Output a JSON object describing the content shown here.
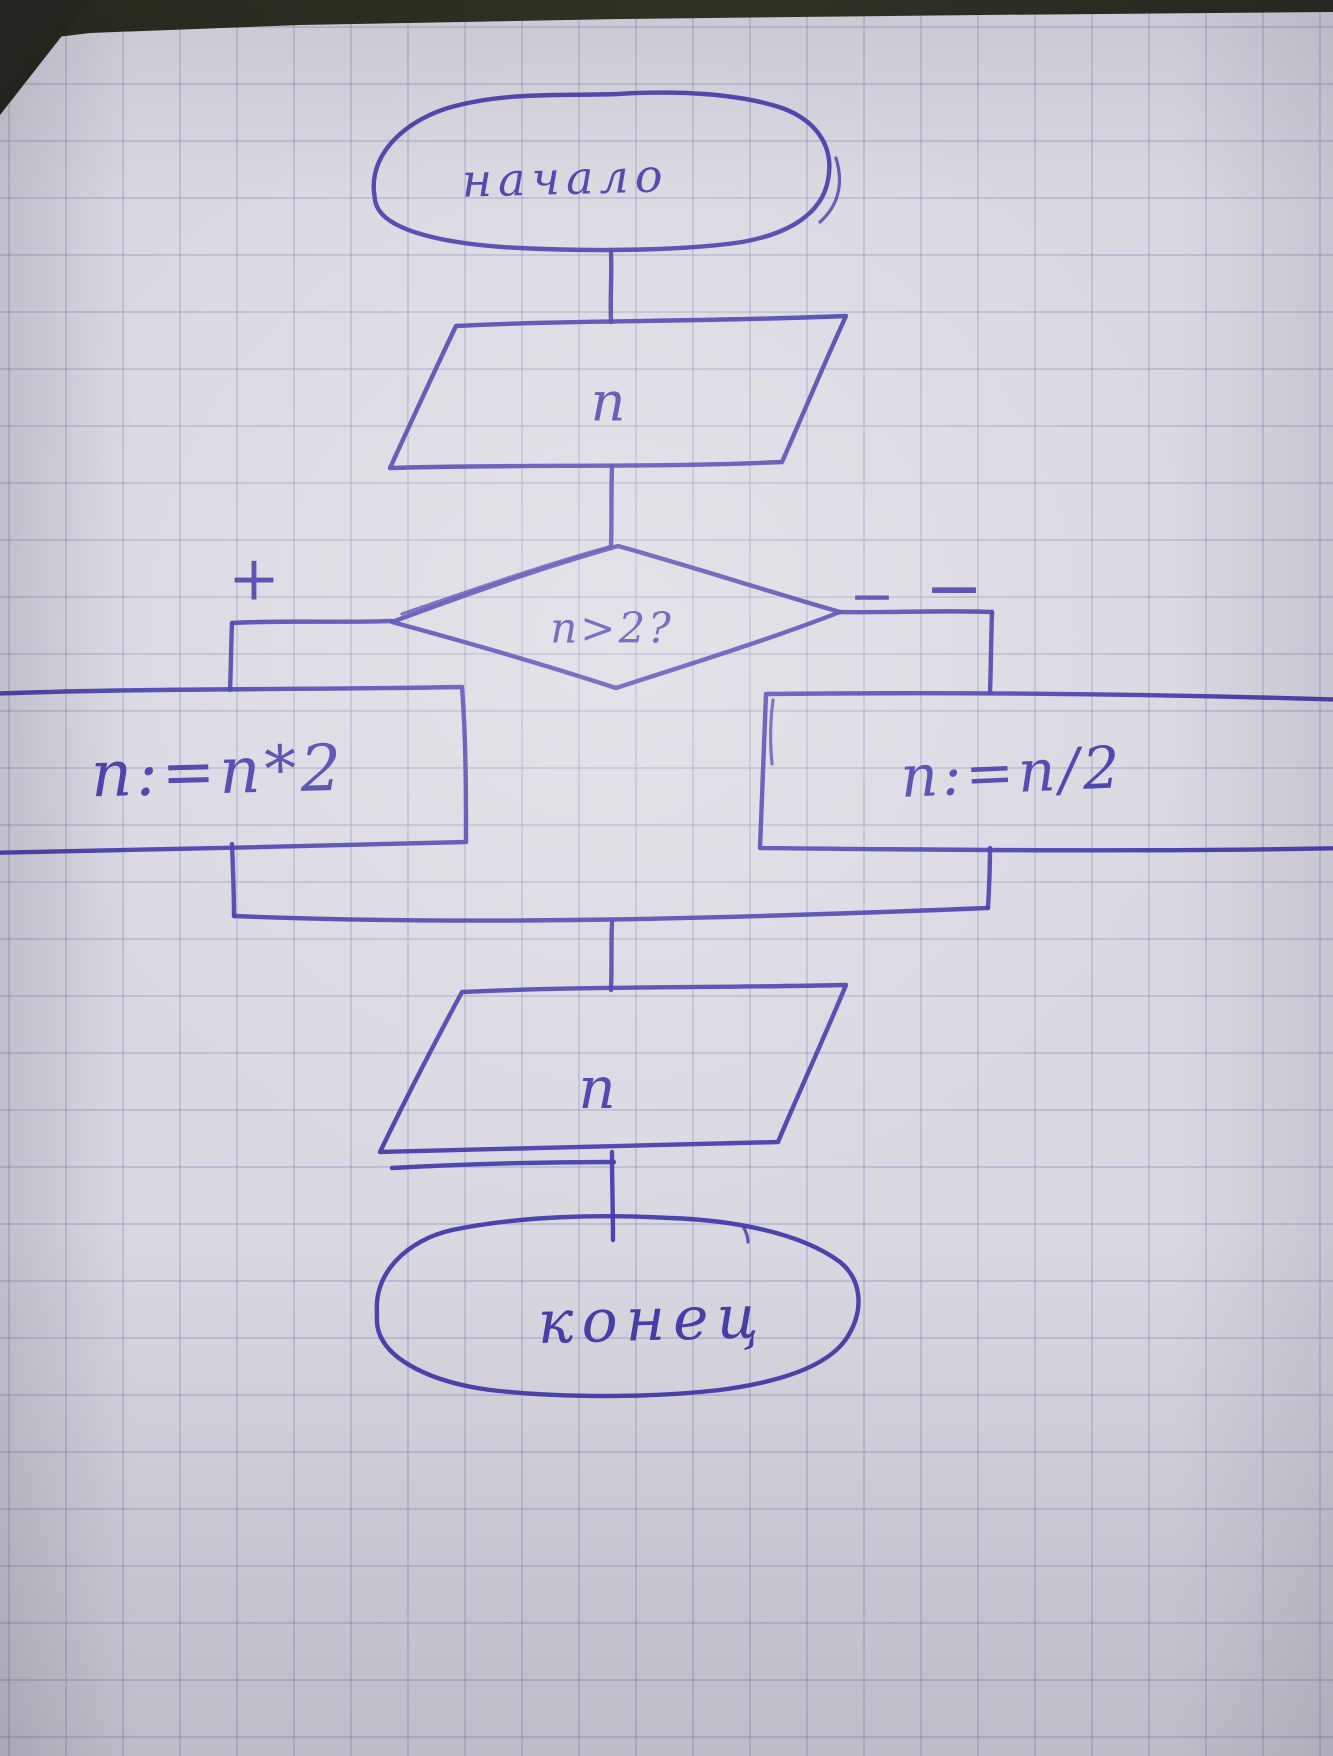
{
  "photo": {
    "background_color": "#2a2d1e",
    "paper_color": "#dad8e1",
    "ink_color": "#4036a8"
  },
  "flowchart": {
    "title_hint": "hand-drawn flowchart on squared paper",
    "nodes": [
      {
        "id": "start",
        "type": "terminator",
        "label": "начало"
      },
      {
        "id": "input-n",
        "type": "input-output",
        "label": "n"
      },
      {
        "id": "decision",
        "type": "decision",
        "label": "n>2?"
      },
      {
        "id": "multiply",
        "type": "process",
        "label": "n:=n*2"
      },
      {
        "id": "divide",
        "type": "process",
        "label": "n:=n/2"
      },
      {
        "id": "output-n",
        "type": "input-output",
        "label": "n"
      },
      {
        "id": "end",
        "type": "terminator",
        "label": "конец"
      }
    ],
    "branch_labels": {
      "true": "+",
      "false": "−"
    }
  }
}
